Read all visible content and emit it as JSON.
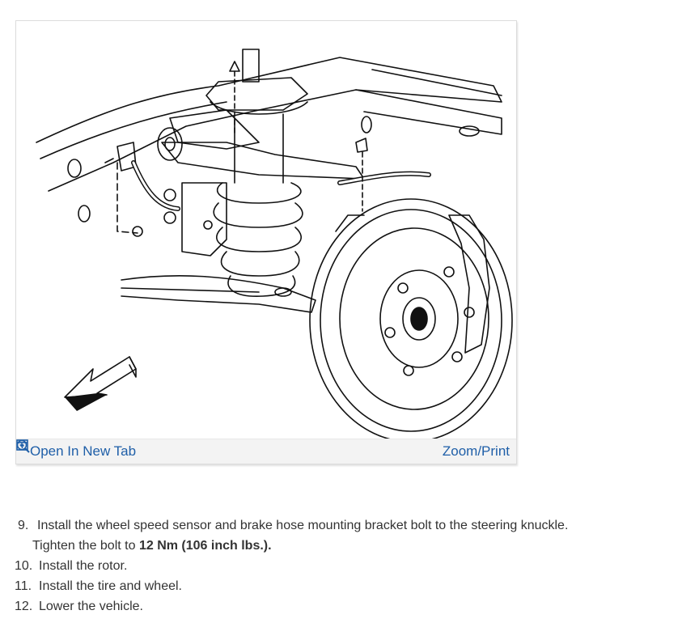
{
  "figure": {
    "toolbar": {
      "open_label": "Open In New Tab",
      "zoom_label": "Zoom/Print",
      "open_icon": "open-new-tab-icon",
      "zoom_icon": "zoom-in-icon",
      "link_color": "#1f5fa8"
    }
  },
  "steps": [
    {
      "num": "9.",
      "text": "Install the wheel speed sensor and brake hose mounting bracket bolt to the steering knuckle.",
      "sub_text": "Tighten the bolt to",
      "torque": "12 Nm (106 inch lbs.)."
    },
    {
      "num": "10.",
      "text": "Install the rotor."
    },
    {
      "num": "11.",
      "text": "Install the tire and wheel."
    },
    {
      "num": "12.",
      "text": "Lower the vehicle."
    }
  ]
}
